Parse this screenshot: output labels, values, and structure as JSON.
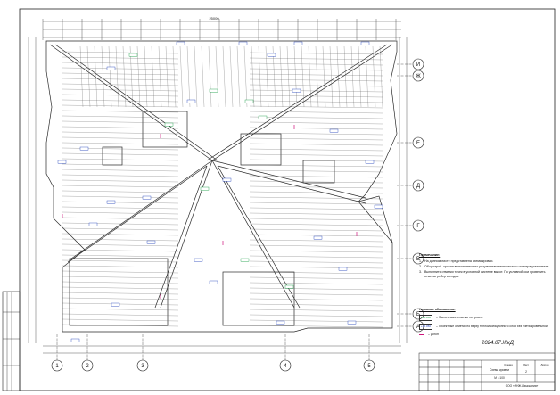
{
  "drawing": {
    "code": "2024.07.ЖкД",
    "overall_width": "25000",
    "axes_columns": [
      "1",
      "2",
      "3",
      "4",
      "5"
    ],
    "axes_rows": [
      "И",
      "Ж",
      "Е",
      "Д",
      "Г",
      "В",
      "Б",
      "А"
    ]
  },
  "notes": {
    "heading": "Примечание:",
    "items": [
      {
        "num": "1.",
        "text": "На данном листе представлена схема кровли."
      },
      {
        "num": "2.",
        "text": "Общестрой. кровля выполняется по результатам технического осмотра утеплителя."
      },
      {
        "num": "3.",
        "text": "Выполнить отметки точек в условной системе высот. По условной оси проверить отметки ребер и ендов."
      }
    ]
  },
  "legend": {
    "heading": "Условные обозначения:",
    "items": [
      {
        "mark": "+12.450",
        "color": "#0a9a3a",
        "text": "– Фактические отметки по кровле"
      },
      {
        "mark": "+12.450",
        "color": "#1a3ab8",
        "text": "– Проектные отметки по верху теплоизоляционного слоя без учета кровельной"
      },
      {
        "mark": "",
        "color": "#d0147c",
        "text": "– уклон"
      }
    ]
  },
  "title_block": {
    "sheet_title": "Схема кровли",
    "scale": "М 1:100",
    "sheet_label": "Лист",
    "sheets_label": "Листов",
    "sheet_num": "2",
    "org": "ООО «ИНЖ-Изыскания»",
    "stage_label": "Стадия"
  },
  "colors": {
    "line": "#2a2a2a",
    "green_mark": "#0a9a3a",
    "blue_mark": "#1a3ab8",
    "slope_mark": "#d0147c"
  }
}
